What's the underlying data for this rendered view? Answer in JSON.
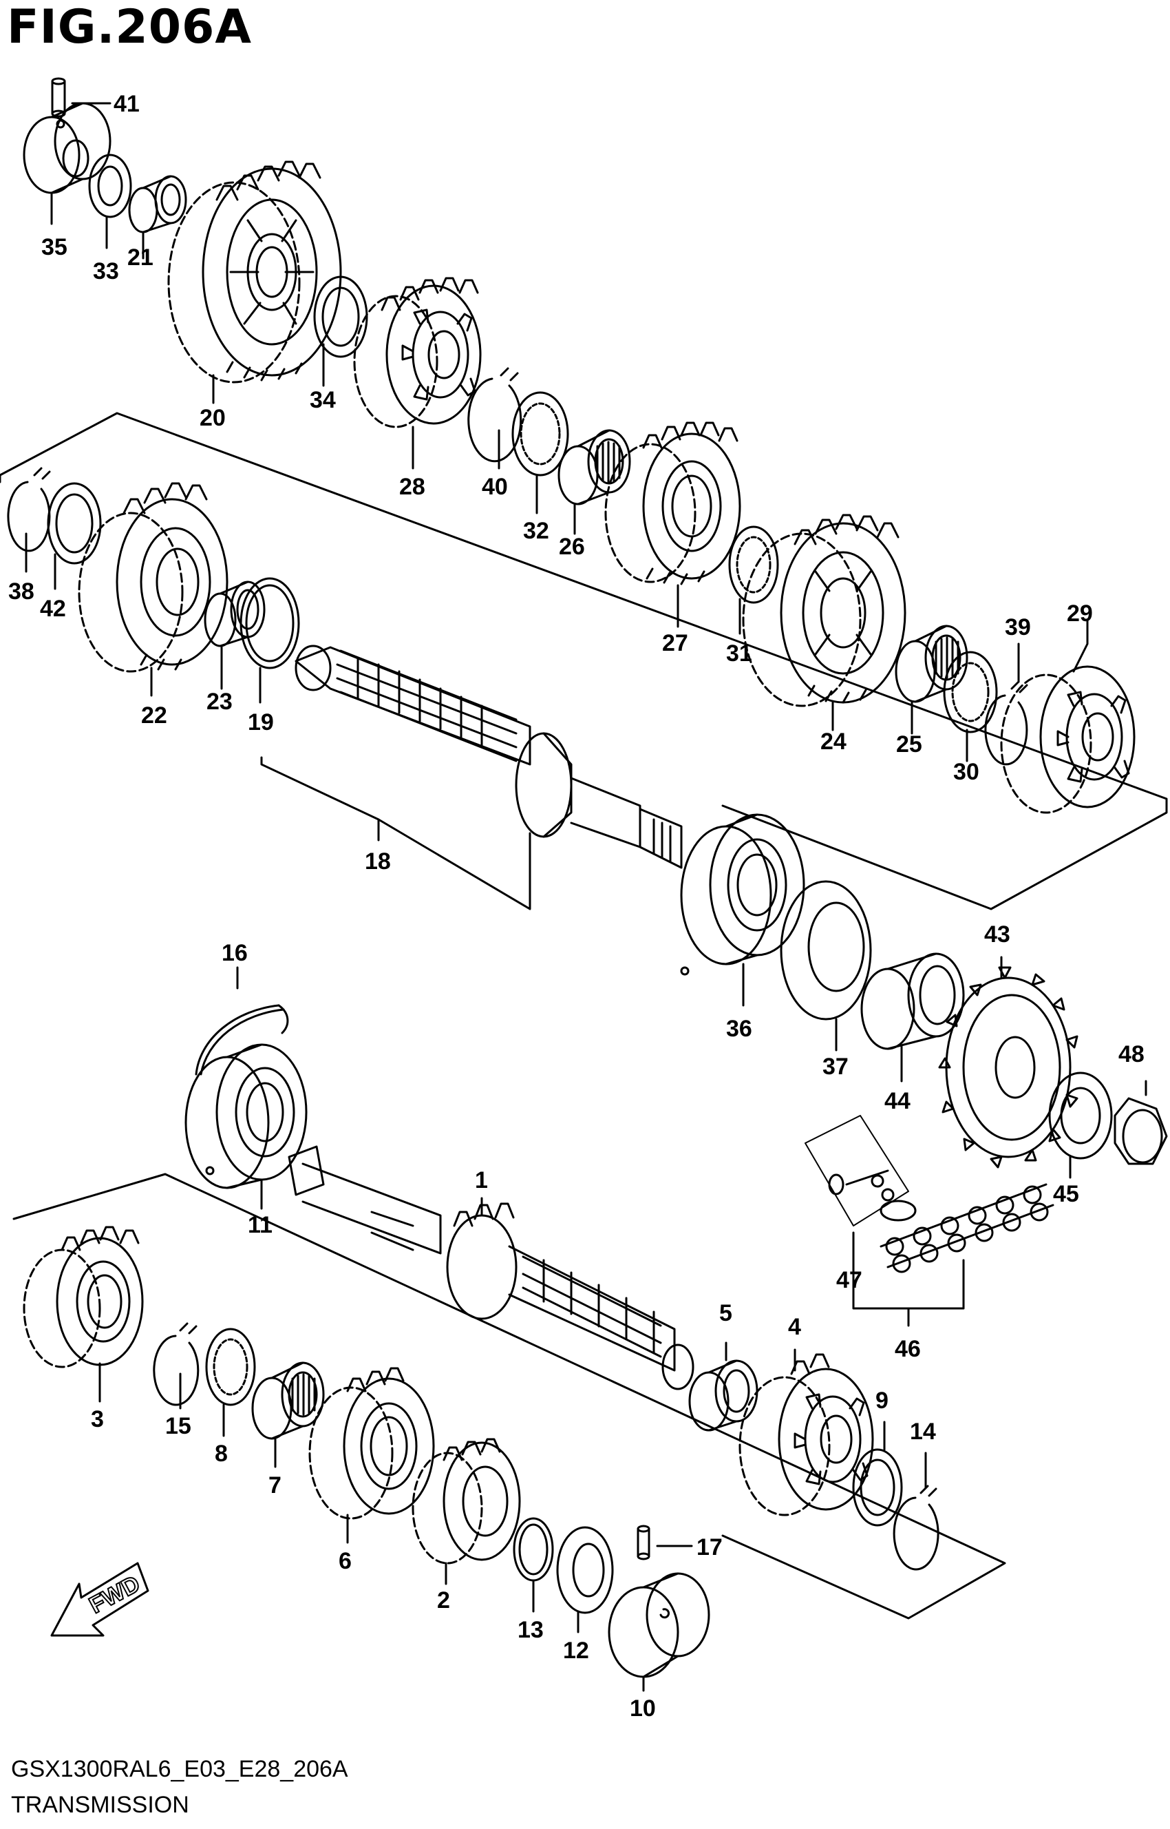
{
  "figure": {
    "title": "FIG.206A",
    "model_code": "GSX1300RAL6_E03_E28_206A",
    "section_name": "TRANSMISSION",
    "direction_label": "FWD"
  },
  "callouts": [
    {
      "id": "c1",
      "text": "1"
    },
    {
      "id": "c2",
      "text": "2"
    },
    {
      "id": "c3",
      "text": "3"
    },
    {
      "id": "c4",
      "text": "4"
    },
    {
      "id": "c5",
      "text": "5"
    },
    {
      "id": "c6",
      "text": "6"
    },
    {
      "id": "c7",
      "text": "7"
    },
    {
      "id": "c8",
      "text": "8"
    },
    {
      "id": "c9",
      "text": "9"
    },
    {
      "id": "c10",
      "text": "10"
    },
    {
      "id": "c11",
      "text": "11"
    },
    {
      "id": "c12",
      "text": "12"
    },
    {
      "id": "c13",
      "text": "13"
    },
    {
      "id": "c14",
      "text": "14"
    },
    {
      "id": "c15",
      "text": "15"
    },
    {
      "id": "c16",
      "text": "16"
    },
    {
      "id": "c17",
      "text": "17"
    },
    {
      "id": "c18",
      "text": "18"
    },
    {
      "id": "c19",
      "text": "19"
    },
    {
      "id": "c20",
      "text": "20"
    },
    {
      "id": "c21",
      "text": "21"
    },
    {
      "id": "c22",
      "text": "22"
    },
    {
      "id": "c23",
      "text": "23"
    },
    {
      "id": "c24",
      "text": "24"
    },
    {
      "id": "c25",
      "text": "25"
    },
    {
      "id": "c26",
      "text": "26"
    },
    {
      "id": "c27",
      "text": "27"
    },
    {
      "id": "c28",
      "text": "28"
    },
    {
      "id": "c29",
      "text": "29"
    },
    {
      "id": "c30",
      "text": "30"
    },
    {
      "id": "c31",
      "text": "31"
    },
    {
      "id": "c32",
      "text": "32"
    },
    {
      "id": "c33",
      "text": "33"
    },
    {
      "id": "c34",
      "text": "34"
    },
    {
      "id": "c35",
      "text": "35"
    },
    {
      "id": "c36",
      "text": "36"
    },
    {
      "id": "c37",
      "text": "37"
    },
    {
      "id": "c38",
      "text": "38"
    },
    {
      "id": "c39",
      "text": "39"
    },
    {
      "id": "c40",
      "text": "40"
    },
    {
      "id": "c41",
      "text": "41"
    },
    {
      "id": "c42",
      "text": "42"
    },
    {
      "id": "c43",
      "text": "43"
    },
    {
      "id": "c44",
      "text": "44"
    },
    {
      "id": "c45",
      "text": "45"
    },
    {
      "id": "c46",
      "text": "46"
    },
    {
      "id": "c47",
      "text": "47"
    },
    {
      "id": "c48",
      "text": "48"
    }
  ]
}
